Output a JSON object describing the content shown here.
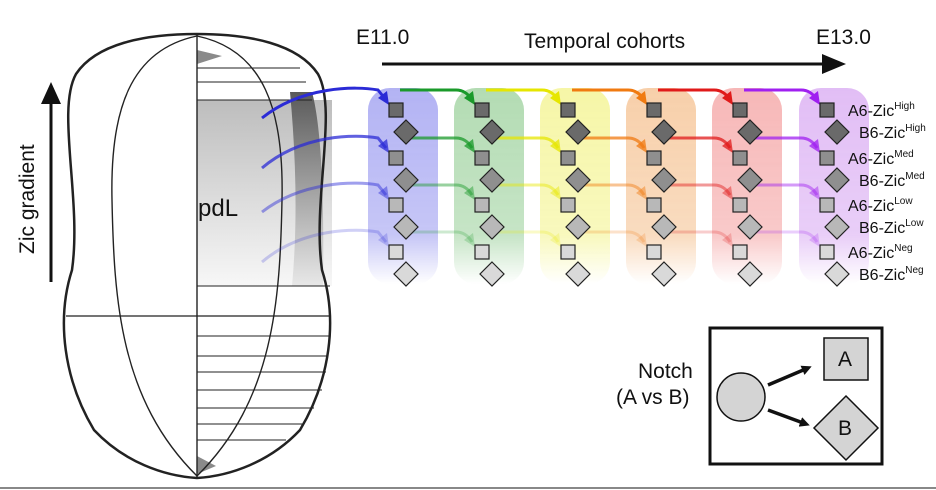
{
  "labels": {
    "start_time": "E11.0",
    "end_time": "E13.0",
    "temporal_axis": "Temporal cohorts",
    "gradient_axis": "Zic gradient",
    "region": "pdL"
  },
  "rows": [
    {
      "a_prefix": "A6-Zic",
      "a_sup": "High",
      "b_prefix": "B6-Zic",
      "b_sup": "High",
      "fill": "#6a6a6a",
      "opacity": 1.0
    },
    {
      "a_prefix": "A6-Zic",
      "a_sup": "Med",
      "b_prefix": "B6-Zic",
      "b_sup": "Med",
      "fill": "#8f8f8f",
      "opacity": 0.75
    },
    {
      "a_prefix": "A6-Zic",
      "a_sup": "Low",
      "b_prefix": "B6-Zic",
      "b_sup": "Low",
      "fill": "#b8b8b8",
      "opacity": 0.45
    },
    {
      "a_prefix": "A6-Zic",
      "a_sup": "Neg",
      "b_prefix": "B6-Zic",
      "b_sup": "Neg",
      "fill": "#d9d9d9",
      "opacity": 0.22
    }
  ],
  "cohort_colors": [
    "#2b2bd6",
    "#1a9a2a",
    "#e6e600",
    "#f07a10",
    "#e01a1a",
    "#a020f0"
  ],
  "cohort_bg_colors": [
    "#9a9af0",
    "#9ad09a",
    "#f3f38a",
    "#f5c08e",
    "#f4a0a0",
    "#d8a8f2"
  ],
  "legend": {
    "title_line1": "Notch",
    "title_line2": "(A vs B)",
    "a_label": "A",
    "b_label": "B"
  }
}
